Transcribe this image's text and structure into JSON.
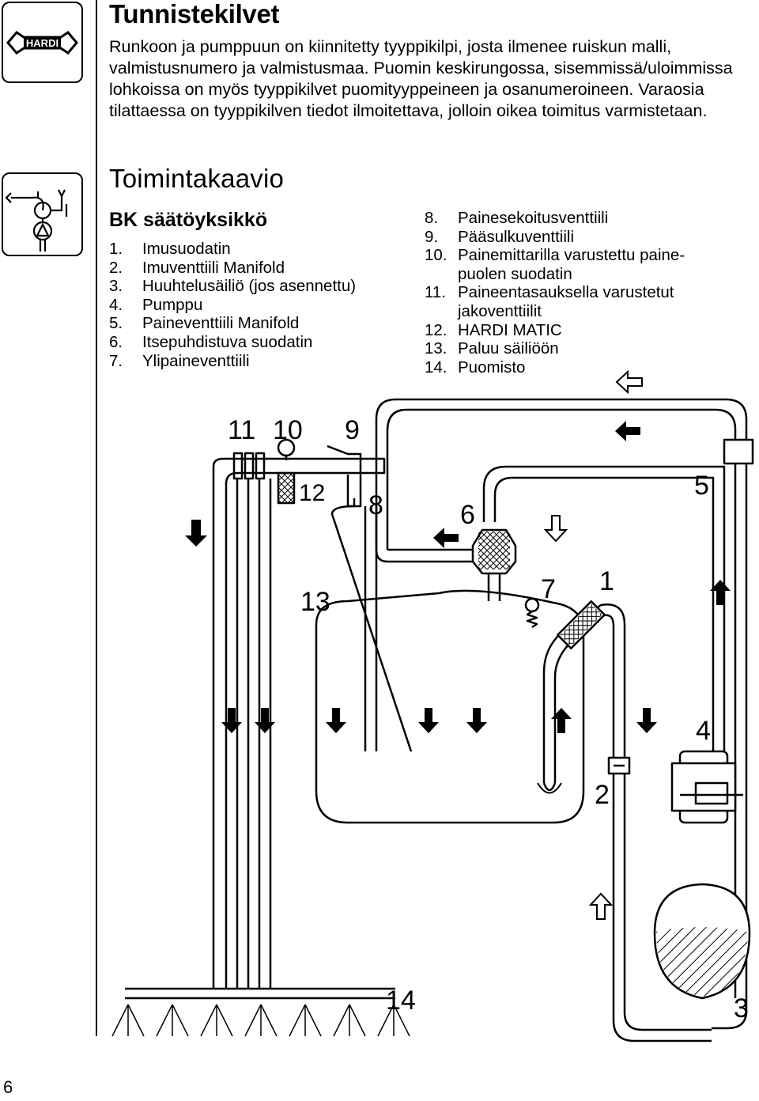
{
  "title": "Tunnistekilvet",
  "paragraph": "Runkoon ja pumppuun on kiinnitetty tyyppikilpi, josta ilmenee ruiskun malli, valmistusnumero ja valmistusmaa. Puomin keskirungossa, sisemmissä/uloimmissa lohkoissa on myös tyyppikilvet puomityyppeineen ja osanumeroineen. Varaosia tilattaessa on tyyppikilven tiedot ilmoitettava, jolloin oikea toimitus varmistetaan.",
  "logo_text": "HARDI",
  "section_title": "Toimintakaavio",
  "subsection_title": "BK säätöyksikkö",
  "list_left": [
    {
      "n": "1.",
      "text": "Imusuodatin"
    },
    {
      "n": "2.",
      "text": "Imuventtiili Manifold"
    },
    {
      "n": "3.",
      "text": "Huuhtelusäiliö (jos asennettu)"
    },
    {
      "n": "4.",
      "text": "Pumppu"
    },
    {
      "n": "5.",
      "text": "Paineventtiili Manifold"
    },
    {
      "n": "6.",
      "text": "Itsepuhdistuva suodatin"
    },
    {
      "n": "7.",
      "text": "Ylipaineventtiili"
    }
  ],
  "list_right": [
    {
      "n": "8.",
      "text": "Painesekoitusventtiili"
    },
    {
      "n": "9.",
      "text": "Pääsulkuventtiili"
    },
    {
      "n": "10.",
      "text": "Painemittarilla varustettu paine-",
      "cont": "puolen suodatin"
    },
    {
      "n": "11.",
      "text": "Paineentasauksella varustetut",
      "cont": "jakoventtiilit"
    },
    {
      "n": "12.",
      "text": "HARDI MATIC"
    },
    {
      "n": "13.",
      "text": "Paluu säiliöön"
    },
    {
      "n": "14.",
      "text": "Puomisto"
    }
  ],
  "diagram_labels": {
    "l11": "11",
    "l10": "10",
    "l9": "9",
    "l12": "12",
    "l8": "8",
    "l6": "6",
    "l5": "5",
    "l7": "7",
    "l1": "1",
    "l13": "13",
    "l4": "4",
    "l2": "2",
    "l14": "14",
    "l3": "3"
  },
  "page_number": "6"
}
